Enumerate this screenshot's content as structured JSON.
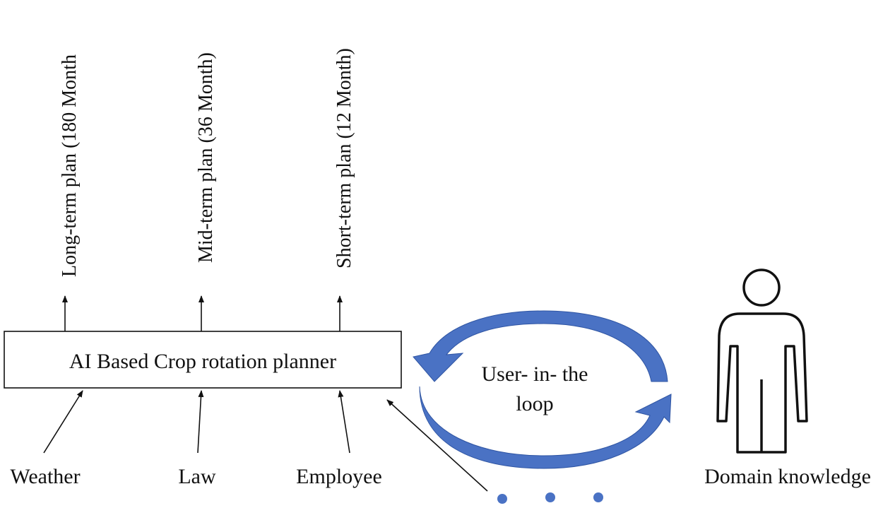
{
  "planner": {
    "label": "AI Based Crop rotation planner"
  },
  "outputs": [
    {
      "label": "Long-term plan (180 Month"
    },
    {
      "label": "Mid-term plan (36 Month)"
    },
    {
      "label": "Short-term plan (12 Month)"
    }
  ],
  "inputs": [
    {
      "label": "Weather"
    },
    {
      "label": "Law"
    },
    {
      "label": "Employee"
    }
  ],
  "loop": {
    "line1": "User- in- the",
    "line2": "loop"
  },
  "domain": {
    "label": "Domain knowledge"
  },
  "colors": {
    "loop_arrow": "#4a72c4",
    "loop_arrow_dark": "#2f55a3",
    "line": "#111111",
    "dots": "#4a72c4"
  },
  "icons": {
    "person": "person-outline-icon",
    "more": "ellipsis-dots-icon"
  }
}
